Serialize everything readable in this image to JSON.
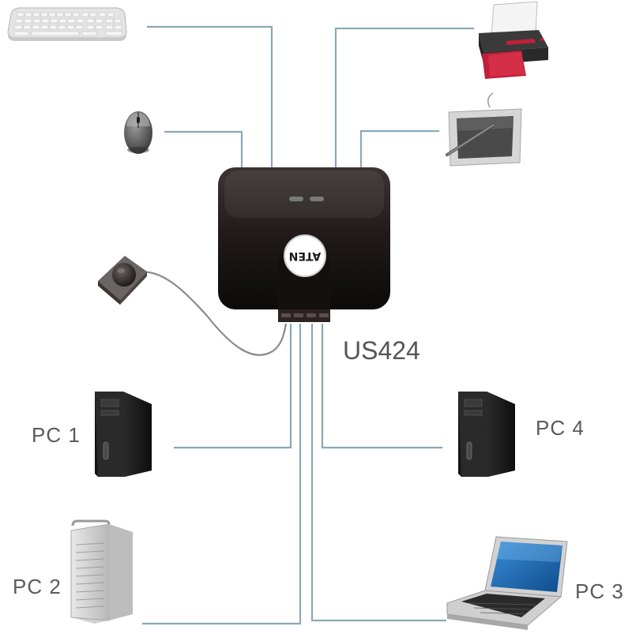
{
  "diagram": {
    "model_label": "US424",
    "device_brand": "ATEN",
    "peripherals": [
      {
        "name": "keyboard",
        "icon": "keyboard-icon"
      },
      {
        "name": "mouse",
        "icon": "mouse-icon"
      },
      {
        "name": "printer",
        "icon": "printer-icon"
      },
      {
        "name": "drawing tablet",
        "icon": "drawing-tablet-icon"
      },
      {
        "name": "remote port selector",
        "icon": "remote-button-icon"
      }
    ],
    "computers": [
      {
        "label": "PC 1",
        "icon": "tower-pc-icon"
      },
      {
        "label": "PC 2",
        "icon": "workstation-pc-icon"
      },
      {
        "label": "PC 3",
        "icon": "laptop-icon"
      },
      {
        "label": "PC 4",
        "icon": "tower-pc-icon"
      }
    ],
    "colors": {
      "cable": "#8aa8b8",
      "device_body": "#1e1a19",
      "led": "#7a7a7a",
      "label_text": "#5a5a5a",
      "printer_accent": "#c0203a"
    }
  }
}
